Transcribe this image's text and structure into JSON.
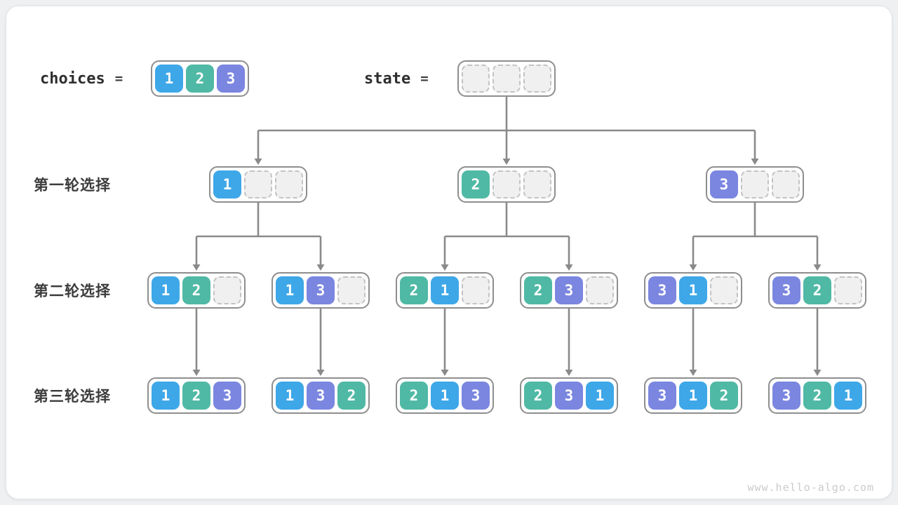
{
  "colors": {
    "1": "#3ea7e8",
    "2": "#50b9a5",
    "3": "#7b86e0",
    "empty_fill": "#f0f0f0",
    "empty_border": "#c3c3c3",
    "node_border": "#8e8e8e",
    "arrow": "#8a8a8a",
    "text": "#3c3c3c"
  },
  "header": {
    "choices_label": "choices",
    "equals": "=",
    "choices_values": [
      1,
      2,
      3
    ],
    "state_label": "state",
    "state_values": [
      null,
      null,
      null
    ]
  },
  "rows": [
    {
      "label": "第一轮选择",
      "nodes": [
        [
          1,
          null,
          null
        ],
        [
          2,
          null,
          null
        ],
        [
          3,
          null,
          null
        ]
      ]
    },
    {
      "label": "第二轮选择",
      "nodes": [
        [
          1,
          2,
          null
        ],
        [
          1,
          3,
          null
        ],
        [
          2,
          1,
          null
        ],
        [
          2,
          3,
          null
        ],
        [
          3,
          1,
          null
        ],
        [
          3,
          2,
          null
        ]
      ]
    },
    {
      "label": "第三轮选择",
      "nodes": [
        [
          1,
          2,
          3
        ],
        [
          1,
          3,
          2
        ],
        [
          2,
          1,
          3
        ],
        [
          2,
          3,
          1
        ],
        [
          3,
          1,
          2
        ],
        [
          3,
          2,
          1
        ]
      ]
    }
  ],
  "watermark": "www.hello-algo.com"
}
